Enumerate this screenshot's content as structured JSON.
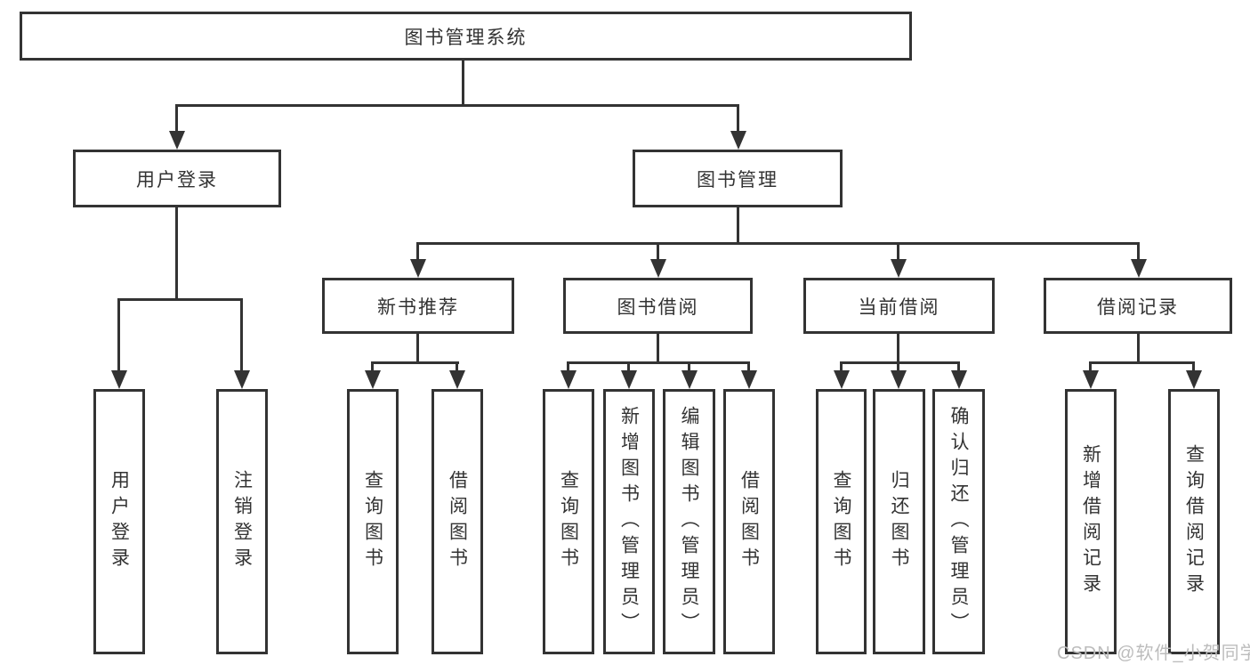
{
  "diagram": {
    "title": "图书管理系统",
    "watermark": "CSDN @软件_小贺同学",
    "colors": {
      "line": "#333333",
      "text": "#333333",
      "box_background": "#ffffff",
      "watermark": "#bcbcbc"
    },
    "nodes": {
      "root": {
        "label": "图书管理系统"
      },
      "user_login": {
        "label": "用户登录"
      },
      "book_mgmt": {
        "label": "图书管理"
      },
      "new_book_rec": {
        "label": "新书推荐"
      },
      "book_borrow": {
        "label": "图书借阅"
      },
      "current_borrow": {
        "label": "当前借阅"
      },
      "borrow_record": {
        "label": "借阅记录"
      },
      "leaf_user_login": {
        "label": "用户登录"
      },
      "leaf_logout": {
        "label": "注销登录"
      },
      "leaf_nb_query": {
        "label": "查询图书"
      },
      "leaf_nb_borrow": {
        "label": "借阅图书"
      },
      "leaf_bb_query": {
        "label": "查询图书"
      },
      "leaf_bb_add": {
        "label": "新增图书（管理员）"
      },
      "leaf_bb_edit": {
        "label": "编辑图书（管理员）"
      },
      "leaf_bb_borrow": {
        "label": "借阅图书"
      },
      "leaf_cb_query": {
        "label": "查询图书"
      },
      "leaf_cb_return": {
        "label": "归还图书"
      },
      "leaf_cb_confirm": {
        "label": "确认归还（管理员）"
      },
      "leaf_br_add": {
        "label": "新增借阅记录"
      },
      "leaf_br_query": {
        "label": "查询借阅记录"
      }
    }
  }
}
